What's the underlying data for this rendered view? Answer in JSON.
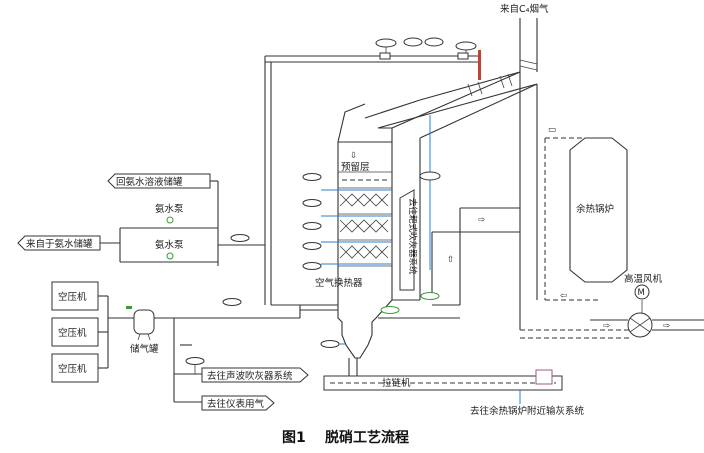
{
  "labels": {
    "flue_gas_in": "来自C₄烟气",
    "ammonia_return": "回氨水溶液储罐",
    "ammonia_pump_1": "氨水泵",
    "ammonia_pump_2": "氨水泵",
    "ammonia_from": "来自于氨水储罐",
    "compressor_1": "空压机",
    "compressor_2": "空压机",
    "compressor_3": "空压机",
    "gas_tank": "储气罐",
    "to_sonic": "去往声波吹灰器系统",
    "to_instrument": "去往仪表用气",
    "reserve_layer": "预留层",
    "air_exchanger": "空气换热器",
    "rake_system": "去往耙式吹灰器系统",
    "chain": "拉链机",
    "to_boiler_ash": "去往余热锅炉附近输灰系统",
    "waste_heat_boiler": "余热锅炉",
    "high_temp_fan": "高温风机",
    "motor": "M"
  },
  "caption": {
    "number": "图1",
    "title": "脱硝工艺流程"
  }
}
